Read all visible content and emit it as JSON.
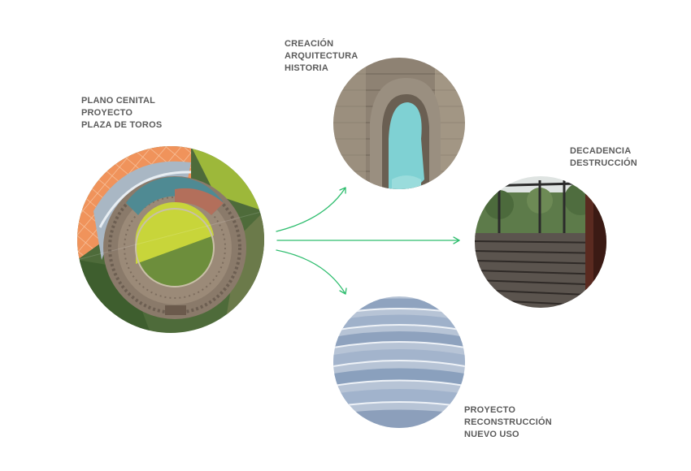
{
  "labels": {
    "plano": [
      "PLANO CENITAL",
      "PROYECTO",
      "PLAZA DE TOROS"
    ],
    "creacion": [
      "CREACIÓN",
      "ARQUITECTURA",
      "HISTORIA"
    ],
    "decadencia": [
      "DECADENCIA",
      "DESTRUCCIÓN"
    ],
    "proyecto": [
      "PROYECTO",
      "RECONSTRUCCIÓN",
      "NUEVO USO"
    ]
  },
  "colors": {
    "arrow": "#2ebd6e",
    "text": "#5b5b5b"
  },
  "images": {
    "plan": "aerial-plan-bullring-collage",
    "arch": "brick-arch-ruin-photo",
    "ruin": "ruined-stands-photo",
    "steps": "new-seating-steps-photo"
  }
}
